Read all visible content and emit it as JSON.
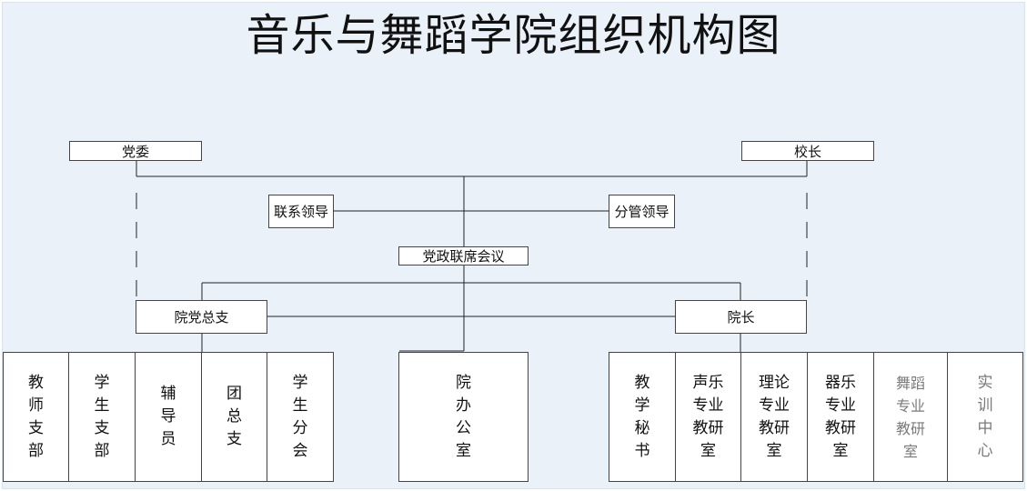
{
  "title": "音乐与舞蹈学院组织机构图",
  "nodes": {
    "party_committee": "党委",
    "president": "校长",
    "liaison_leader": "联系领导",
    "supervising_leader": "分管领导",
    "joint_meeting": "党政联席会议",
    "college_party_branch": "院党总支",
    "dean": "院长",
    "general_office": "院办公室"
  },
  "left_units": [
    "教师支部",
    "学生支部",
    "辅导员",
    "团总支",
    "学生分会"
  ],
  "right_units": [
    "教学秘书",
    "声乐专业教研室",
    "理论专业教研室",
    "器乐专业教研室",
    "舞蹈专业教研室",
    "实训中心"
  ],
  "colors": {
    "background": "#eaf1f8",
    "box_border": "#444444",
    "line": "#222222",
    "muted_text": "#7a7a7a"
  }
}
